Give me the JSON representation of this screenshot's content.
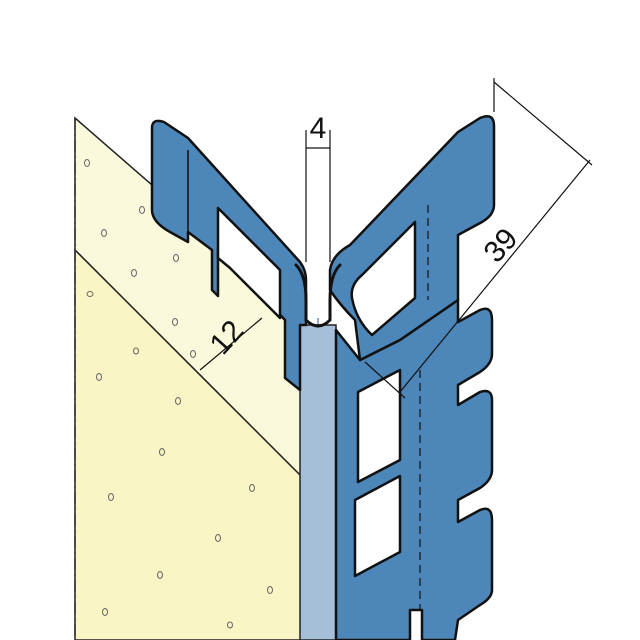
{
  "diagram": {
    "dimensions": {
      "gap": "4",
      "plaster_thickness": "12",
      "flange_width": "39"
    },
    "colors": {
      "profile": "#4d86b9",
      "profile_light": "#a5bfd8",
      "plaster_light": "#fbf9dc",
      "plaster_main": "#f9f5c5",
      "outline": "#111111",
      "background": "#ffffff"
    }
  }
}
